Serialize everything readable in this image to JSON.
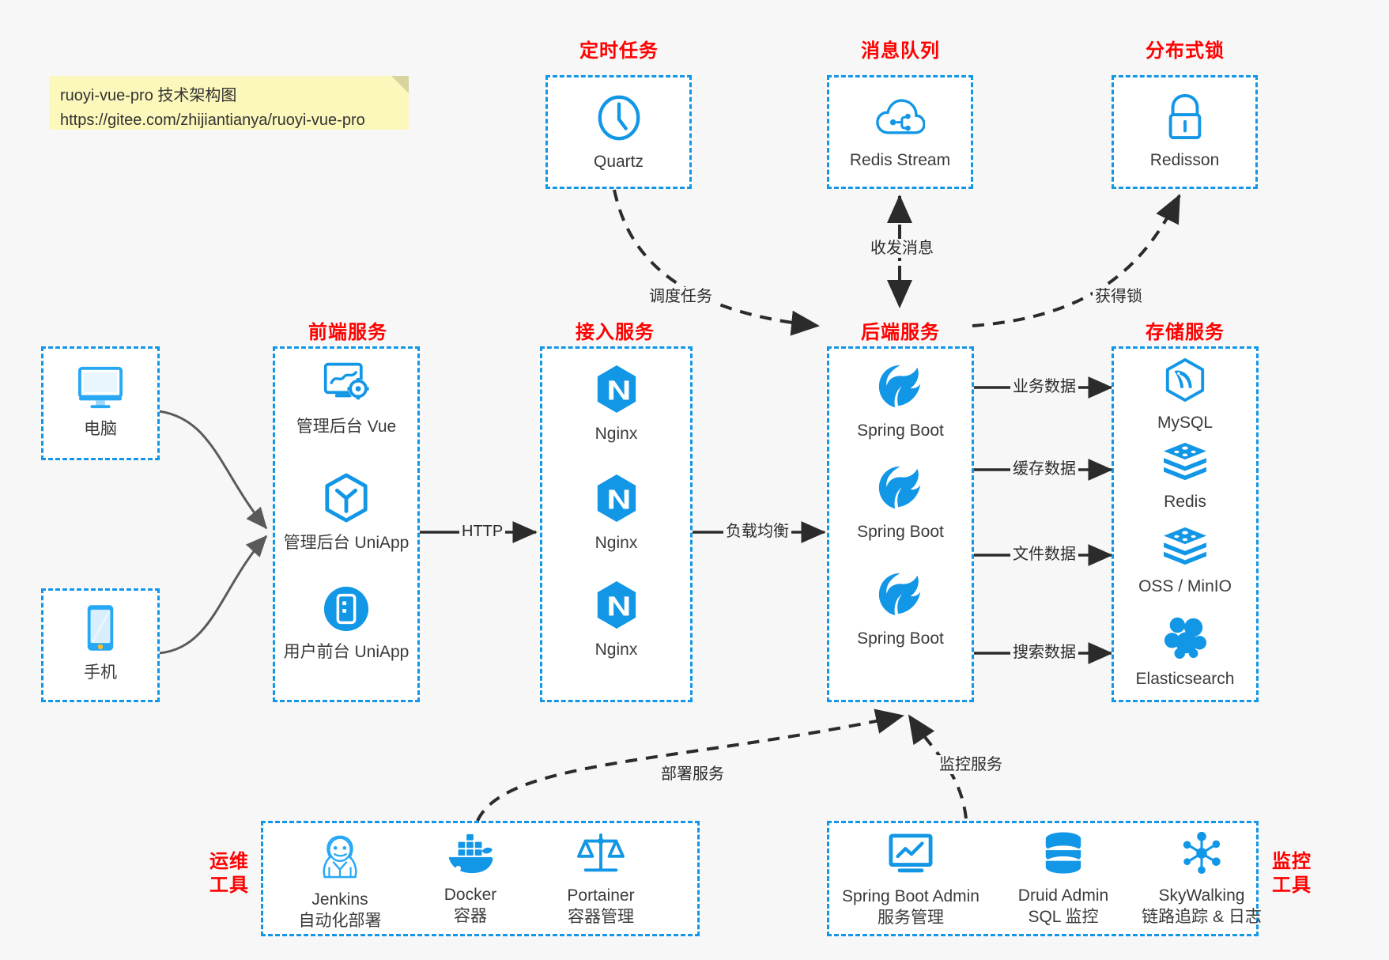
{
  "note": {
    "line1": "ruoyi-vue-pro 技术架构图",
    "line2": "https://gitee.com/zhijiantianya/ruoyi-vue-pro"
  },
  "colors": {
    "box_border": "#1296e6",
    "title_red": "#ff0000",
    "icon_blue": "#1296e6",
    "background": "#f7f7f7",
    "note_bg": "#fcf7ba",
    "edge_dark": "#2b2b2b",
    "edge_gray": "#666666"
  },
  "groups": {
    "scheduler": {
      "title": "定时任务",
      "nodes": [
        {
          "label": "Quartz",
          "icon": "clock-icon"
        }
      ]
    },
    "mq": {
      "title": "消息队列",
      "nodes": [
        {
          "label": "Redis Stream",
          "icon": "cloud-stream-icon"
        }
      ]
    },
    "lock": {
      "title": "分布式锁",
      "nodes": [
        {
          "label": "Redisson",
          "icon": "lock-icon"
        }
      ]
    },
    "clients": {
      "nodes": [
        {
          "label": "电脑",
          "icon": "desktop-icon"
        },
        {
          "label": "手机",
          "icon": "mobile-icon"
        }
      ]
    },
    "frontend": {
      "title": "前端服务",
      "nodes": [
        {
          "label": "管理后台 Vue",
          "icon": "dashboard-gear-icon"
        },
        {
          "label": "管理后台 UniApp",
          "icon": "hexagon-y-icon"
        },
        {
          "label": "用户前台 UniApp",
          "icon": "app-circle-icon"
        }
      ]
    },
    "gateway": {
      "title": "接入服务",
      "nodes": [
        {
          "label": "Nginx",
          "icon": "nginx-icon"
        },
        {
          "label": "Nginx",
          "icon": "nginx-icon"
        },
        {
          "label": "Nginx",
          "icon": "nginx-icon"
        }
      ]
    },
    "backend": {
      "title": "后端服务",
      "nodes": [
        {
          "label": "Spring Boot",
          "icon": "spring-leaf-icon"
        },
        {
          "label": "Spring Boot",
          "icon": "spring-leaf-icon"
        },
        {
          "label": "Spring Boot",
          "icon": "spring-leaf-icon"
        }
      ]
    },
    "storage": {
      "title": "存储服务",
      "nodes": [
        {
          "label": "MySQL",
          "icon": "mysql-icon"
        },
        {
          "label": "Redis",
          "icon": "redis-stack-icon"
        },
        {
          "label": "OSS / MinIO",
          "icon": "oss-stack-icon"
        },
        {
          "label": "Elasticsearch",
          "icon": "elasticsearch-icon"
        }
      ]
    },
    "devops": {
      "title_line1": "运维",
      "title_line2": "工具",
      "nodes": [
        {
          "label": "Jenkins",
          "sub": "自动化部署",
          "icon": "jenkins-icon"
        },
        {
          "label": "Docker",
          "sub": "容器",
          "icon": "docker-icon"
        },
        {
          "label": "Portainer",
          "sub": "容器管理",
          "icon": "scales-icon"
        }
      ]
    },
    "monitor": {
      "title_line1": "监控",
      "title_line2": "工具",
      "nodes": [
        {
          "label": "Spring Boot Admin",
          "sub": "服务管理",
          "icon": "monitor-chart-icon"
        },
        {
          "label": "Druid Admin",
          "sub": "SQL 监控",
          "icon": "database-icon"
        },
        {
          "label": "SkyWalking",
          "sub": "链路追踪 & 日志",
          "icon": "skywalking-icon"
        }
      ]
    }
  },
  "edges": {
    "http": "HTTP",
    "load_balance": "负载均衡",
    "schedule_task": "调度任务",
    "send_receive_message": "收发消息",
    "acquire_lock": "获得锁",
    "business_data": "业务数据",
    "cache_data": "缓存数据",
    "file_data": "文件数据",
    "search_data": "搜索数据",
    "deploy_service": "部署服务",
    "monitor_service": "监控服务"
  }
}
